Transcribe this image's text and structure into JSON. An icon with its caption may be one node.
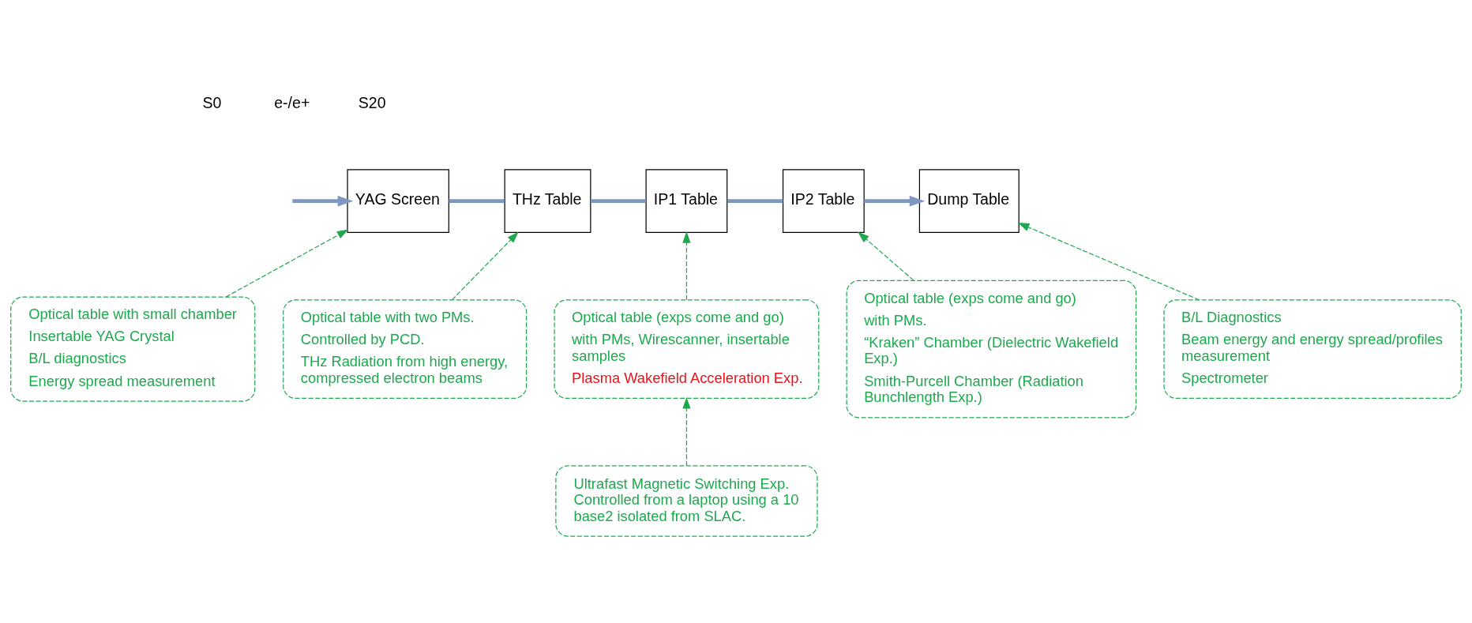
{
  "diagram": {
    "nodes": [
      {
        "text": [
          "YAG Screen"
        ]
      },
      {
        "text": [
          "THz Table"
        ]
      },
      {
        "text": [
          "IP1 Table"
        ]
      },
      {
        "text": [
          "IP2 Table"
        ]
      },
      {
        "text": [
          "Dump Table"
        ]
      },
      {
        "text": [
          "Optical table with small chamber",
          "Insertable YAG Crystal",
          "B/L diagnostics",
          "Energy spread measurement"
        ]
      },
      {
        "text": [
          "Optical table (exps come and go)",
          "with PMs, Wirescanner, insertable samples",
          "Plasma Wakefield Acceleration Exp."
        ]
      },
      {
        "text": [
          "Optical table with two PMs.",
          "Controlled by PCD.",
          "THz Radiation from high energy, compressed electron beams"
        ]
      },
      {
        "text": [
          "Ultrafast Magnetic Switching Exp. Controlled from a laptop using a 10 base2 isolated from SLAC."
        ]
      },
      {
        "text": [
          "B/L Diagnostics",
          "Beam energy and energy spread/profiles measurement",
          "Spectrometer"
        ]
      },
      {
        "text": [
          "Optical table (exps come and go)",
          "with PMs.",
          "“Kraken” Chamber (Dielectric Wakefield Exp.)",
          " Smith-Purcell Chamber (Radiation Bunchlength Exp.)"
        ]
      }
    ],
    "edges": [
      {
        "from": null,
        "to": 0,
        "arrow": "to",
        "style": "thick",
        "color": "#7f96bf"
      },
      {
        "from": 0,
        "to": 1,
        "arrow": "none",
        "style": "thick",
        "color": "#7f96bf"
      },
      {
        "from": 1,
        "to": 2,
        "arrow": "none",
        "style": "thick",
        "color": "#7f96bf"
      },
      {
        "from": 2,
        "to": 3,
        "arrow": "none",
        "style": "thick",
        "color": "#7f96bf"
      },
      {
        "from": 3,
        "to": 4,
        "arrow": "to",
        "style": "thick",
        "color": "#7f96bf"
      },
      {
        "from": 5,
        "to": 0,
        "arrow": "to",
        "style": "dashed"
      },
      {
        "from": 7,
        "to": 1,
        "arrow": "to",
        "style": "dashed"
      },
      {
        "from": 6,
        "to": 2,
        "arrow": "to",
        "style": "dashed"
      },
      {
        "from": 10,
        "to": 3,
        "arrow": "to",
        "style": "dashed"
      },
      {
        "from": 9,
        "to": 4,
        "arrow": "to",
        "style": "dashed"
      },
      {
        "from": 8,
        "to": 6,
        "arrow": "to",
        "style": "dashed"
      }
    ],
    "labels": [
      "S0",
      "e-/e+",
      "S20"
    ]
  }
}
